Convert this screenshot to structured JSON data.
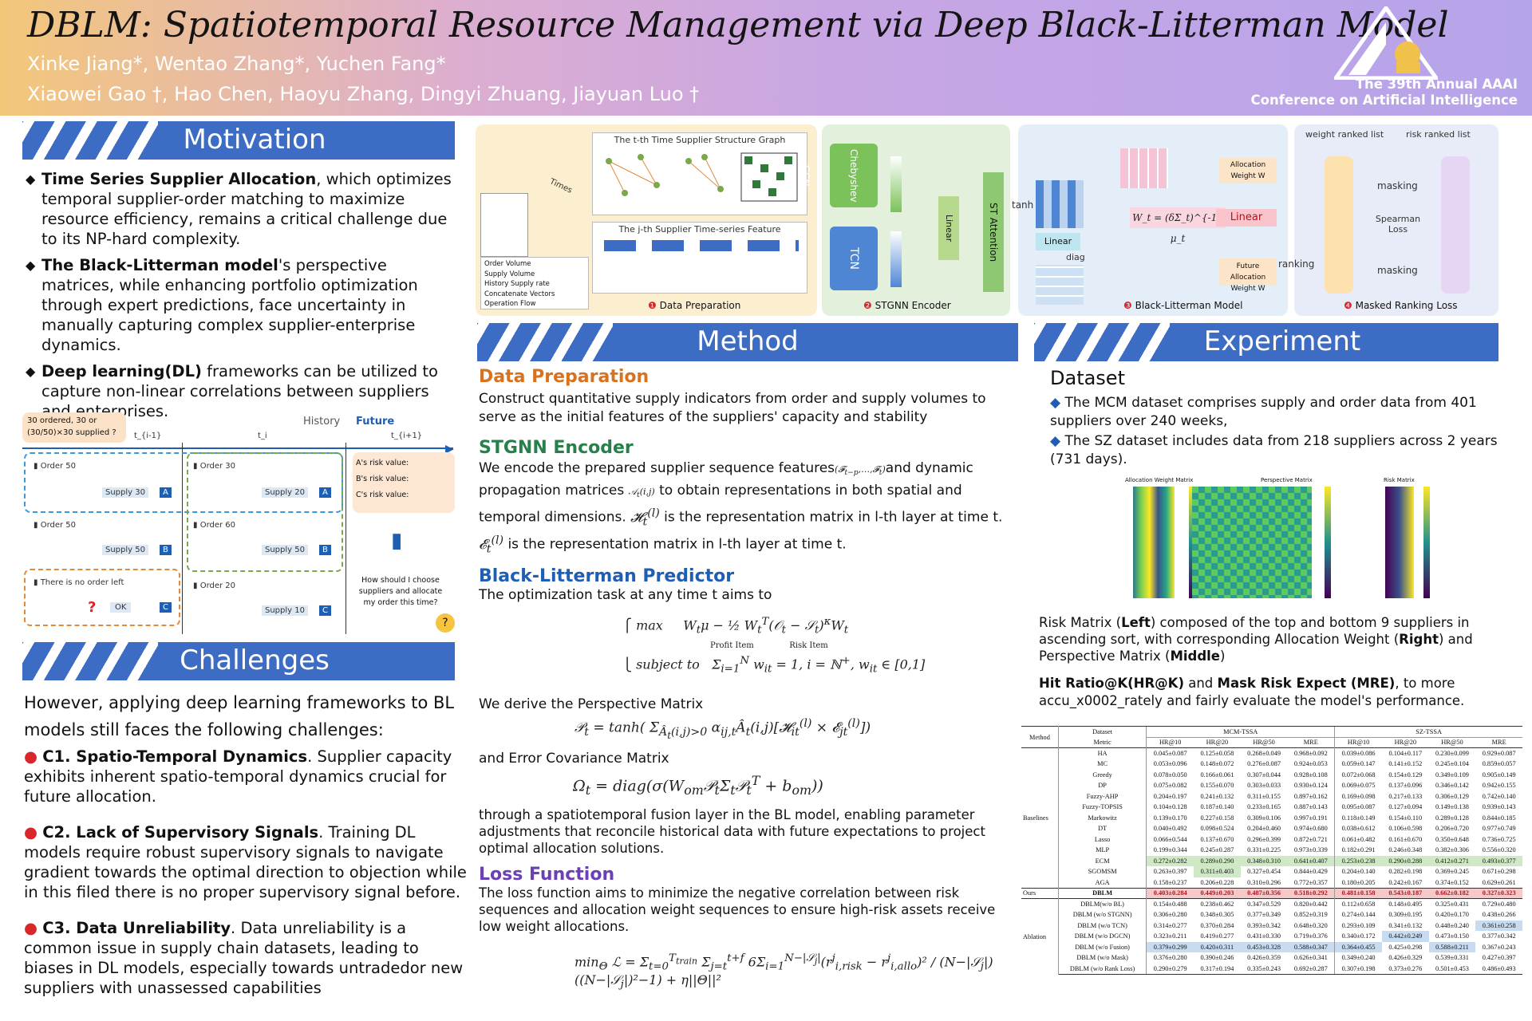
{
  "header": {
    "title": "DBLM: Spatiotemporal Resource Management via Deep Black-Litterman Model",
    "authors_line1": "Xinke Jiang*, Wentao Zhang*, Yuchen Fang*",
    "authors_line2": "Xiaowei Gao †, Hao Chen, Haoyu Zhang, Dingyi Zhuang, Jiayuan Luo †",
    "conference_line1": "The 39th Annual AAAI",
    "conference_line2": "Conference on Artificial Intelligence"
  },
  "colors": {
    "banner": "#3d6cc4",
    "header_start": "#f3c77a",
    "header_end": "#b6a4ea",
    "orange": "#d9711d",
    "green": "#27804a"
  },
  "motivation": {
    "heading": "Motivation",
    "bullets": [
      {
        "bold": "Time Series Supplier Allocation",
        "rest": ", which optimizes temporal supplier-order matching to maximize resource efficiency, remains a critical challenge due to its NP-hard complexity."
      },
      {
        "bold": "The Black-Litterman model",
        "rest": "'s perspective matrices, while enhancing portfolio optimization through expert predictions, face uncertainty in manually capturing complex supplier-enterprise dynamics."
      },
      {
        "bold": "Deep learning(DL)",
        "rest": " frameworks can be utilized to capture non-linear correlations between suppliers and enterprises."
      }
    ],
    "illustration": {
      "note": "30 ordered, 30 or (30/50)×30 supplied ?",
      "history": "History",
      "future": "Future",
      "t_prev": "t_{i-1}",
      "t_cur": "t_i",
      "t_next": "t_{i+1}",
      "col1": [
        {
          "order": "Order 50",
          "supply": "Supply 30",
          "badge": "A"
        },
        {
          "order": "Order 50",
          "supply": "Supply 50",
          "badge": "B"
        },
        {
          "order": "There is no order left",
          "supply": "OK",
          "badge": "C"
        }
      ],
      "col2": [
        {
          "order": "Order 30",
          "supply": "Supply 20",
          "badge": "A"
        },
        {
          "order": "Order 60",
          "supply": "Supply 50",
          "badge": "B"
        },
        {
          "order": "Order 20",
          "supply": "Supply 10",
          "badge": "C"
        }
      ],
      "risk_values": [
        "A's risk value:",
        "B's risk value:",
        "C's risk value:"
      ],
      "question": "How should I choose suppliers and allocate my order this time?"
    }
  },
  "challenges": {
    "heading": "Challenges",
    "intro": "However, applying deep learning frameworks to BL models still faces the following challenges:",
    "items": [
      {
        "bold": "C1. Spatio-Temporal Dynamics",
        "rest": ". Supplier capacity exhibits inherent spatio-temporal dynamics crucial for future allocation."
      },
      {
        "bold": "C2. Lack of Supervisory Signals",
        "rest": ". Training DL models require robust supervisory signals to navigate gradient towards the optimal direction to objection while in this filed there is no proper supervisory signal before."
      },
      {
        "bold": "C3. Data Unreliability",
        "rest": ". Data unreliability is a common issue in supply chain datasets, leading to biases in DL models, especially towards untradedor new suppliers with unassessed capabilities"
      }
    ]
  },
  "framework": {
    "graph_title": "The t-th Time Supplier Structure Graph",
    "feature_title": "The j-th Supplier Time-series Feature",
    "times": "Times",
    "legend": [
      "Order Volume",
      "Supply Volume",
      "History Supply rate",
      "Concatenate Vectors",
      "Operation Flow"
    ],
    "cheb": "Chebyshev GCN",
    "tcn": "TCN",
    "linear": "Linear",
    "st_attention": "ST Attention",
    "tanh": "tanh",
    "linear2": "Linear",
    "diag": "diag",
    "weight_eq": "W_t = (δΣ_t)^{-1} μ_t",
    "alloc_weight": "Allocation Weight W",
    "future_alloc": "Future Allocation Weight W",
    "linear3": "Linear",
    "ranking": "ranking",
    "weight_list": "weight ranked list",
    "risk_list": "risk ranked list",
    "masking1": "masking",
    "spearman": "Spearman Loss",
    "masking2": "masking",
    "steps": [
      "Data Preparation",
      "STGNN Encoder",
      "Black-Litterman Model",
      "Masked Ranking Loss"
    ]
  },
  "method": {
    "heading": "Method",
    "data_prep_title": "Data Preparation",
    "data_prep_text": "Construct quantitative supply indicators from order and supply volumes to serve as the initial features of the suppliers' capacity and stability",
    "stgnn_title": "STGNN Encoder",
    "stgnn_text1": "We encode the prepared supplier sequence features",
    "stgnn_text2": "and dynamic propagation matrices",
    "stgnn_text3": "to obtain representations in both spatial and temporal dimensions.",
    "stgnn_text4": "is the representation matrix in l-th layer at time t.",
    "stgnn_text5": "is the representation matrix in l-th layer at time t.",
    "bl_title": "Black-Litterman Predictor",
    "bl_text": "The optimization task at any time t aims to",
    "bl_profit": "Profit Item",
    "bl_risk": "Risk Item",
    "persp_text": "We derive the Perspective Matrix",
    "err_text": "and Error Covariance Matrix",
    "fusion_text": "through a spatiotemporal fusion layer in the BL model, enabling parameter adjustments that reconcile historical data with future expectations to project optimal allocation solutions.",
    "loss_title": "Loss Function",
    "loss_text": "The loss function aims to minimize the negative correlation between risk sequences and allocation weight sequences to ensure high-risk assets receive low weight allocations."
  },
  "experiment": {
    "heading": "Experiment",
    "dataset_title": "Dataset",
    "dataset_items": [
      "The MCM dataset comprises supply and order data from 401 suppliers over 240 weeks,",
      "The SZ dataset includes data from 218 suppliers across 2 years (731 days)."
    ],
    "heatmap_titles": [
      "Allocation Weight Matrix",
      "Perspective Matrix",
      "Risk Matrix"
    ],
    "caption1": "Risk Matrix (",
    "caption_left": "Left",
    "caption2": ") composed of the top and bottom 9 suppliers in ascending sort, with corresponding Allocation Weight (",
    "caption_right": "Right",
    "caption3": ") and Perspective Matrix (",
    "caption_middle": "Middle",
    "caption4": ")",
    "metric_bold1": "Hit Ratio@K(HR@K)",
    "metric_and": " and ",
    "metric_bold2": "Mask Risk Expect (MRE)",
    "metric_rest": ", to more accu_x0002_rately and fairly evaluate the model's performance."
  },
  "table": {
    "method_label": "Method",
    "dataset_label": "Dataset",
    "metric_label": "Metric",
    "datasets": [
      "MCM-TSSA",
      "SZ-TSSA"
    ],
    "metrics": [
      "HR@10",
      "HR@20",
      "HR@50",
      "MRE",
      "HR@10",
      "HR@20",
      "HR@50",
      "MRE"
    ],
    "groups": [
      {
        "name": "Baselines",
        "rows": [
          {
            "m": "HA",
            "v": [
              "0.045±0.087",
              "0.125±0.058",
              "0.268±0.049",
              "0.968±0.092",
              "0.039±0.086",
              "0.104±0.117",
              "0.230±0.099",
              "0.929±0.087"
            ]
          },
          {
            "m": "MC",
            "v": [
              "0.053±0.096",
              "0.148±0.072",
              "0.276±0.087",
              "0.924±0.053",
              "0.059±0.147",
              "0.141±0.152",
              "0.245±0.104",
              "0.859±0.057"
            ]
          },
          {
            "m": "Greedy",
            "v": [
              "0.078±0.050",
              "0.166±0.061",
              "0.307±0.044",
              "0.928±0.108",
              "0.072±0.068",
              "0.154±0.129",
              "0.349±0.109",
              "0.905±0.149"
            ]
          },
          {
            "m": "DP",
            "v": [
              "0.075±0.082",
              "0.155±0.070",
              "0.303±0.033",
              "0.930±0.124",
              "0.069±0.075",
              "0.137±0.096",
              "0.346±0.142",
              "0.942±0.155"
            ]
          },
          {
            "m": "Fuzzy-AHP",
            "v": [
              "0.204±0.197",
              "0.241±0.132",
              "0.311±0.155",
              "0.897±0.162",
              "0.169±0.098",
              "0.217±0.133",
              "0.306±0.129",
              "0.742±0.140"
            ]
          },
          {
            "m": "Fuzzy-TOPSIS",
            "v": [
              "0.104±0.128",
              "0.187±0.140",
              "0.233±0.165",
              "0.887±0.143",
              "0.095±0.087",
              "0.127±0.094",
              "0.149±0.138",
              "0.939±0.143"
            ]
          },
          {
            "m": "Markowitz",
            "v": [
              "0.139±0.170",
              "0.227±0.158",
              "0.309±0.106",
              "0.997±0.191",
              "0.118±0.149",
              "0.154±0.110",
              "0.289±0.128",
              "0.844±0.185"
            ]
          },
          {
            "m": "DT",
            "v": [
              "0.040±0.492",
              "0.098±0.524",
              "0.204±0.460",
              "0.974±0.680",
              "0.038±0.612",
              "0.106±0.598",
              "0.206±0.720",
              "0.977±0.749"
            ]
          },
          {
            "m": "Lasso",
            "v": [
              "0.066±0.544",
              "0.137±0.670",
              "0.296±0.399",
              "0.872±0.721",
              "0.061±0.482",
              "0.161±0.670",
              "0.350±0.648",
              "0.736±0.725"
            ]
          },
          {
            "m": "MLP",
            "v": [
              "0.199±0.344",
              "0.245±0.287",
              "0.331±0.225",
              "0.973±0.339",
              "0.182±0.291",
              "0.246±0.348",
              "0.382±0.306",
              "0.556±0.320"
            ]
          },
          {
            "m": "ECM",
            "v": [
              "0.272±0.282",
              "0.289±0.290",
              "0.348±0.310",
              "0.641±0.407",
              "0.253±0.238",
              "0.290±0.288",
              "0.412±0.271",
              "0.493±0.377"
            ]
          },
          {
            "m": "SGOMSM",
            "v": [
              "0.263±0.397",
              "0.311±0.403",
              "0.327±0.454",
              "0.844±0.429",
              "0.204±0.140",
              "0.282±0.198",
              "0.369±0.245",
              "0.671±0.298"
            ]
          },
          {
            "m": "AGA",
            "v": [
              "0.158±0.237",
              "0.206±0.228",
              "0.310±0.296",
              "0.772±0.357",
              "0.180±0.205",
              "0.242±0.167",
              "0.374±0.152",
              "0.629±0.261"
            ]
          }
        ]
      },
      {
        "name": "Ours",
        "rows": [
          {
            "m": "DBLM",
            "v": [
              "0.403±0.284",
              "0.449±0.203",
              "0.487±0.356",
              "0.518±0.292",
              "0.481±0.158",
              "0.543±0.187",
              "0.662±0.182",
              "0.327±0.323"
            ]
          }
        ]
      },
      {
        "name": "Ablation",
        "rows": [
          {
            "m": "DBLM(w/o BL)",
            "v": [
              "0.154±0.488",
              "0.238±0.462",
              "0.347±0.529",
              "0.820±0.442",
              "0.112±0.658",
              "0.148±0.495",
              "0.325±0.431",
              "0.729±0.480"
            ]
          },
          {
            "m": "DBLM (w/o STGNN)",
            "v": [
              "0.306±0.280",
              "0.348±0.305",
              "0.377±0.349",
              "0.852±0.319",
              "0.274±0.144",
              "0.309±0.195",
              "0.420±0.170",
              "0.438±0.266"
            ]
          },
          {
            "m": "DBLM (w/o TCN)",
            "v": [
              "0.314±0.277",
              "0.370±0.284",
              "0.393±0.342",
              "0.648±0.320",
              "0.293±0.109",
              "0.341±0.132",
              "0.448±0.240",
              "0.361±0.258"
            ]
          },
          {
            "m": "DBLM (w/o DGCN)",
            "v": [
              "0.323±0.211",
              "0.419±0.277",
              "0.431±0.330",
              "0.719±0.376",
              "0.340±0.172",
              "0.442±0.249",
              "0.473±0.150",
              "0.377±0.342"
            ]
          },
          {
            "m": "DBLM (w/o Fusion)",
            "v": [
              "0.379±0.299",
              "0.420±0.311",
              "0.453±0.328",
              "0.588±0.347",
              "0.364±0.455",
              "0.425±0.298",
              "0.588±0.211",
              "0.367±0.243"
            ]
          },
          {
            "m": "DBLM (w/o Mask)",
            "v": [
              "0.376±0.280",
              "0.390±0.246",
              "0.426±0.359",
              "0.626±0.341",
              "0.349±0.240",
              "0.426±0.329",
              "0.539±0.331",
              "0.427±0.397"
            ]
          },
          {
            "m": "DBLM (w/o Rank Loss)",
            "v": [
              "0.290±0.279",
              "0.317±0.194",
              "0.335±0.243",
              "0.692±0.287",
              "0.307±0.198",
              "0.373±0.276",
              "0.501±0.453",
              "0.486±0.493"
            ]
          }
        ]
      }
    ]
  }
}
